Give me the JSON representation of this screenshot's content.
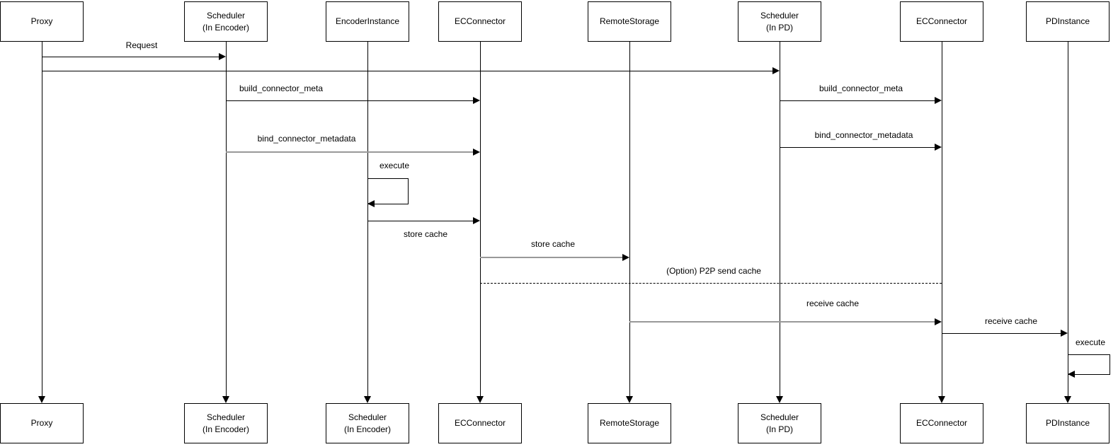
{
  "participants_top": [
    {
      "name": "proxy",
      "label": "Proxy"
    },
    {
      "name": "scheduler-in-encoder",
      "label": "Scheduler\n(In Encoder)"
    },
    {
      "name": "encoder-instance",
      "label": "EncoderInstance"
    },
    {
      "name": "ec-connector",
      "label": "ECConnector"
    },
    {
      "name": "remote-storage",
      "label": "RemoteStorage"
    },
    {
      "name": "scheduler-in-pd",
      "label": "Scheduler\n(In PD)"
    },
    {
      "name": "ec-connector-pd",
      "label": "ECConnector"
    },
    {
      "name": "pd-instance",
      "label": "PDInstance"
    }
  ],
  "participants_bottom": [
    {
      "label": "Proxy"
    },
    {
      "label": "Scheduler\n(In Encoder)"
    },
    {
      "label": "Scheduler\n(In Encoder)"
    },
    {
      "label": "ECConnector"
    },
    {
      "label": "RemoteStorage"
    },
    {
      "label": "Scheduler\n(In PD)"
    },
    {
      "label": "ECConnector"
    },
    {
      "label": "PDInstance"
    }
  ],
  "messages": [
    {
      "label": "Request",
      "from": "Proxy",
      "to": "Scheduler (In Encoder)",
      "line": "solid-black"
    },
    {
      "label": "",
      "from": "Proxy",
      "to": "Scheduler (In PD)",
      "line": "solid-black"
    },
    {
      "label": "build_connector_meta",
      "from": "Scheduler (In Encoder)",
      "to": "ECConnector",
      "line": "solid-black"
    },
    {
      "label": "build_connector_meta",
      "from": "Scheduler (In PD)",
      "to": "ECConnector (PD side)",
      "line": "solid-black"
    },
    {
      "label": "bind_connector_metadata",
      "from": "Scheduler (In Encoder)",
      "to": "ECConnector",
      "line": "solid-gray"
    },
    {
      "label": "bind_connector_metadata",
      "from": "Scheduler (In PD)",
      "to": "ECConnector (PD side)",
      "line": "solid-black"
    },
    {
      "label": "execute",
      "from": "EncoderInstance",
      "to": "EncoderInstance",
      "line": "self-loop"
    },
    {
      "label": "store cache",
      "from": "EncoderInstance",
      "to": "ECConnector",
      "line": "solid-black"
    },
    {
      "label": "store cache",
      "from": "ECConnector",
      "to": "RemoteStorage",
      "line": "solid-gray"
    },
    {
      "label": "(Option) P2P send cache",
      "from": "ECConnector",
      "to": "ECConnector (PD side)",
      "line": "dashed-black-no-arrowhead"
    },
    {
      "label": "receive cache",
      "from": "RemoteStorage",
      "to": "ECConnector (PD side)",
      "line": "solid-gray"
    },
    {
      "label": "receive cache",
      "from": "ECConnector (PD side)",
      "to": "PDInstance",
      "line": "solid-black"
    },
    {
      "label": "execute",
      "from": "PDInstance",
      "to": "PDInstance",
      "line": "self-loop"
    }
  ],
  "colors": {
    "line": "#000000",
    "gray_line": "#999999",
    "box_border": "#000000",
    "text": "#000000",
    "background": "#ffffff"
  }
}
